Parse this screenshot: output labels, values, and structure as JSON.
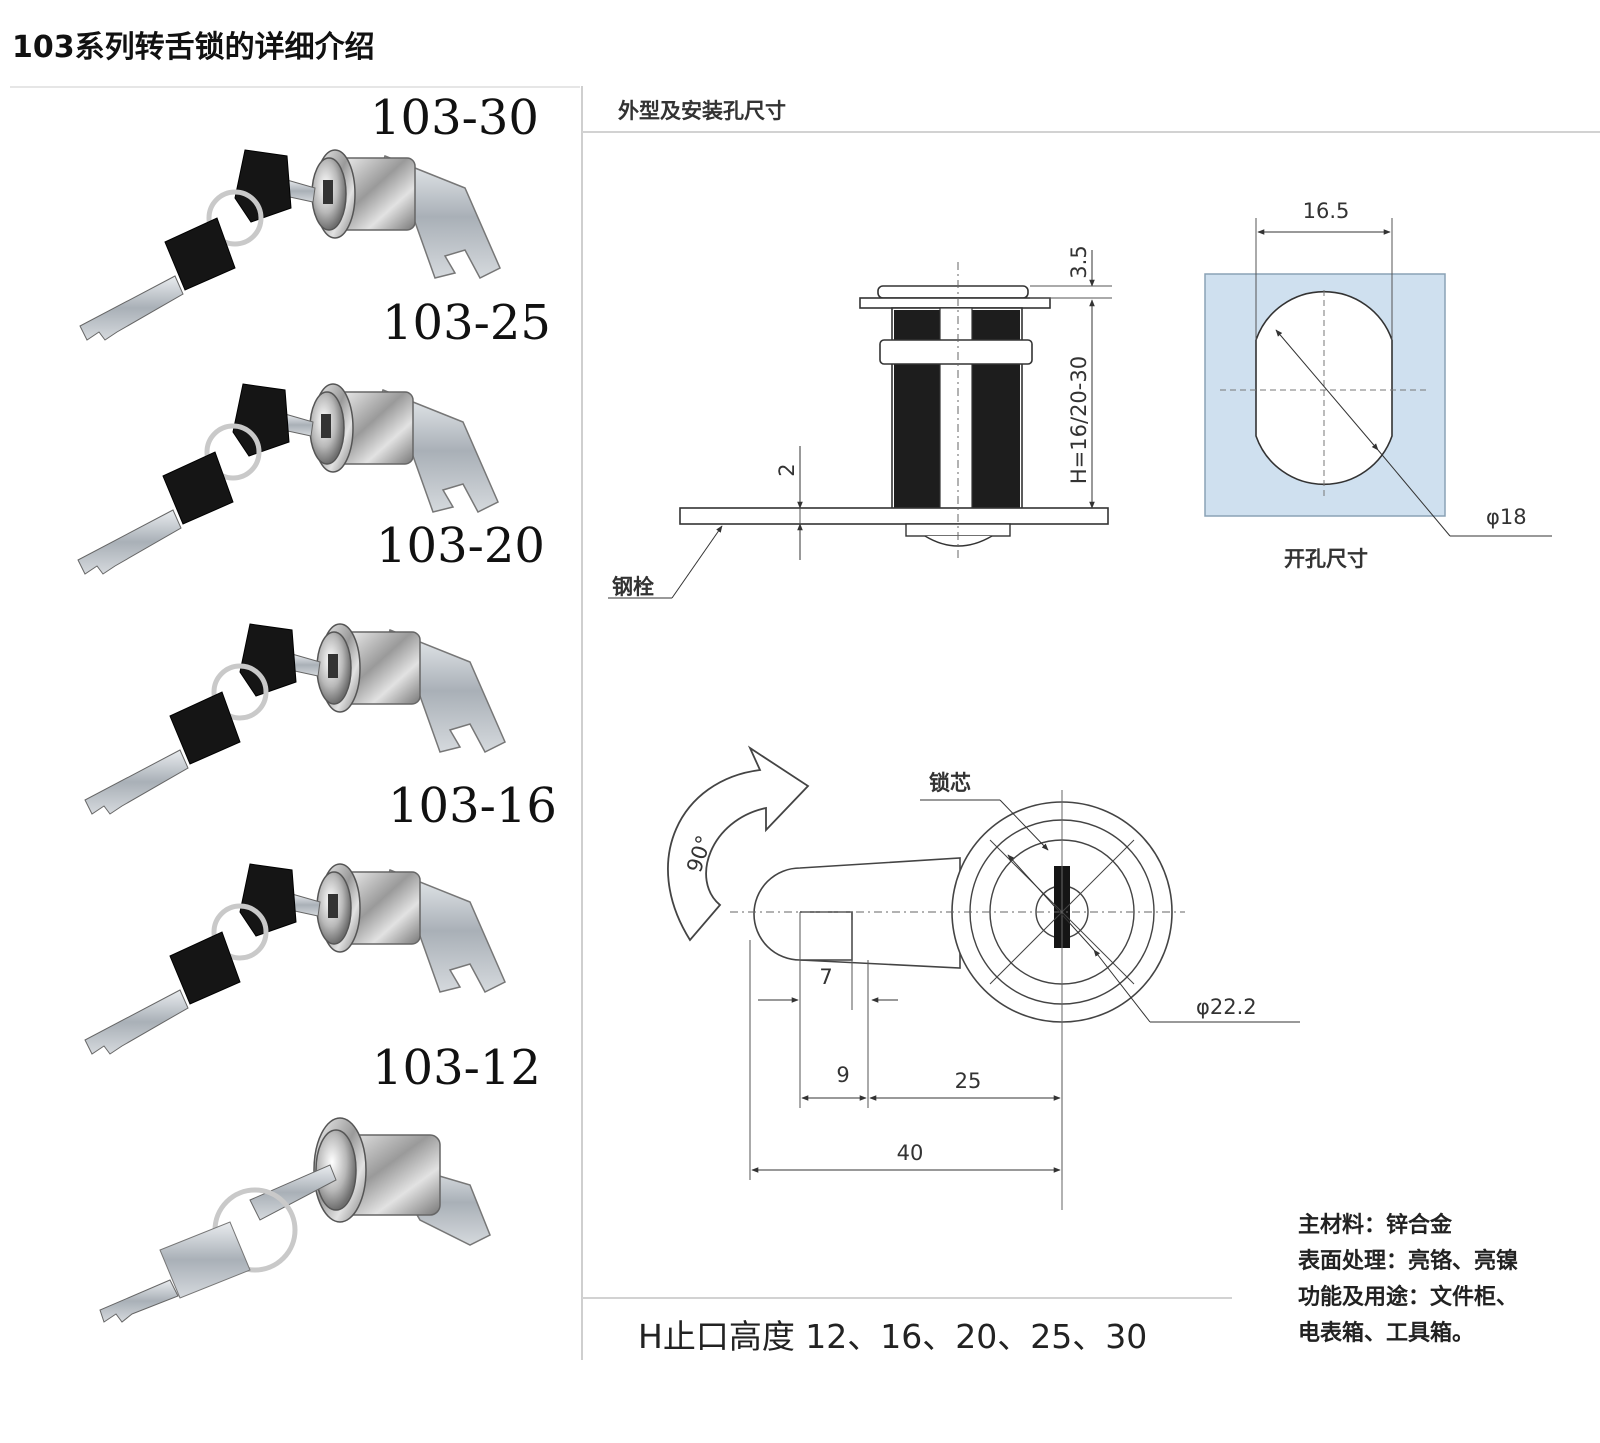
{
  "page": {
    "title": "103系列转舌锁的详细介绍"
  },
  "models": [
    "103-30",
    "103-25",
    "103-20",
    "103-16",
    "103-12"
  ],
  "drawing": {
    "section_title": "外型及安装孔尺寸",
    "side_view": {
      "top_dim": "3.5",
      "height_dim": "H=16/20-30",
      "plate_dim": "2",
      "part_label": "钢栓"
    },
    "cutout": {
      "width_dim": "16.5",
      "diameter_dim": "φ18",
      "caption": "开孔尺寸"
    },
    "front_view": {
      "rotation_label": "90°",
      "core_label": "锁芯",
      "diameter_dim": "φ22.2",
      "dim_7": "7",
      "dim_9": "9",
      "dim_25": "25",
      "dim_40": "40"
    }
  },
  "specs": {
    "lines": [
      "主材料：锌合金",
      "表面处理：亮铬、亮镍",
      "功能及用途：文件柜、",
      "电表箱、工具箱。"
    ]
  },
  "footer": {
    "h_heights": "H止口高度 12、16、20、25、30"
  }
}
